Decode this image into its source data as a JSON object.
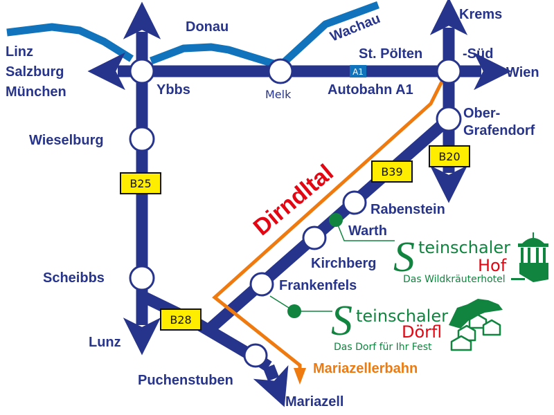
{
  "title": "Anfahrt Steinschaler Hof / Steinschaler Dörfl – Dirndltal",
  "colors": {
    "road": "#27348b",
    "river": "#1173bb",
    "rail": "#ee7a10",
    "dirndltal": "#e30613",
    "logo_green": "#11843f",
    "logo_red": "#e30613",
    "shield_yellow": "#ffed00",
    "a1_blue": "#1173bb"
  },
  "rivers": [
    {
      "name": "Donau"
    },
    {
      "name": "Wachau"
    }
  ],
  "directions": {
    "west": [
      "Linz",
      "Salzburg",
      "München"
    ],
    "east": "Wien",
    "north": "Krems",
    "south_lunz": "Lunz",
    "south_mariazell": "Mariazell"
  },
  "places": {
    "ybbs": "Ybbs",
    "melk": "Melk",
    "st_poelten": "St. Pölten",
    "sued": "-Süd",
    "wieselburg": "Wieselburg",
    "scheibbs": "Scheibbs",
    "ober_grafendorf_1": "Ober-",
    "ober_grafendorf_2": "Grafendorf",
    "rabenstein": "Rabenstein",
    "warth": "Warth",
    "kirchberg": "Kirchberg",
    "frankenfels": "Frankenfels",
    "puchenstuben": "Puchenstuben"
  },
  "roads": {
    "autobahn_label": "Autobahn A1",
    "a1_shield": "A1",
    "b25": "B25",
    "b28": "B28",
    "b39": "B39",
    "b20": "B20"
  },
  "railway": {
    "name": "Mariazellerbahn"
  },
  "valley": {
    "name": "Dirndltal"
  },
  "logos": {
    "hof": {
      "initial": "S",
      "word": "teinschaler",
      "accent": "Hof",
      "subtitle": "Das Wildkräuterhotel",
      "icon": "pavilion-icon"
    },
    "doerfl": {
      "initial": "S",
      "word": "teinschaler",
      "accent": "Dörfl",
      "subtitle": "Das Dorf für Ihr Fest",
      "icon": "village-icon"
    }
  }
}
